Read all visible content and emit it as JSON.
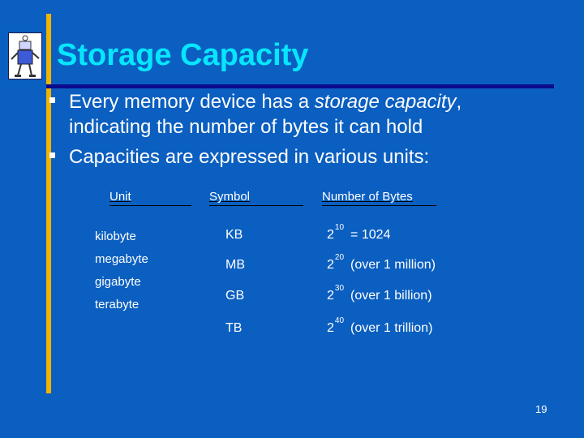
{
  "slide": {
    "title": "Storage Capacity",
    "bullets": [
      {
        "line1_before": "Every memory device has a ",
        "line1_em": "storage capacity",
        "line1_after": ",",
        "line2": "indicating the number of bytes it can hold"
      },
      {
        "line1": "Capacities are expressed in various units:"
      }
    ],
    "table": {
      "headers": {
        "unit": "Unit",
        "symbol": "Symbol",
        "bytes": "Number of Bytes"
      },
      "units": [
        "kilobyte",
        "megabyte",
        "gigabyte",
        "terabyte"
      ],
      "symbols": [
        "KB",
        "MB",
        "GB",
        "TB"
      ],
      "powers": [
        {
          "base": "2",
          "exp": "10",
          "desc": "= 1024"
        },
        {
          "base": "2",
          "exp": "20",
          "desc": "(over 1 million)"
        },
        {
          "base": "2",
          "exp": "30",
          "desc": "(over 1 billion)"
        },
        {
          "base": "2",
          "exp": "40",
          "desc": "(over 1 trillion)"
        }
      ]
    },
    "page_number": "19",
    "logo_icon": "robot-logo-icon",
    "colors": {
      "background": "#0b5fc0",
      "title": "#06e6ff",
      "accent_bar": "#f0b400",
      "title_rule": "#0b0b8c",
      "text": "#ffffff"
    }
  }
}
